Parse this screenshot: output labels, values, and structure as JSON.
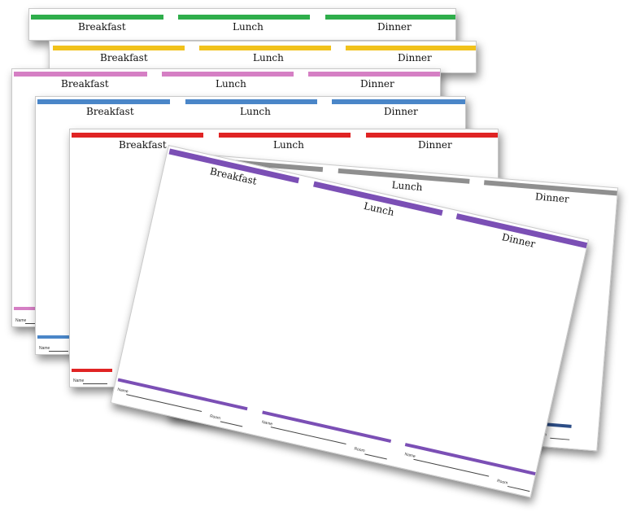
{
  "meal_labels": {
    "breakfast": "Breakfast",
    "lunch": "Lunch",
    "dinner": "Dinner"
  },
  "field_labels": {
    "name": "Name",
    "room": "Room"
  },
  "sheet_colors": {
    "green": "#2fae4b",
    "yellow": "#f1c21b",
    "pink": "#d57fc4",
    "blue": "#4a86c8",
    "red": "#e02424",
    "gray": "#8f8f8f",
    "purple": "#7b4fb5",
    "navy": "#2c4d86"
  }
}
